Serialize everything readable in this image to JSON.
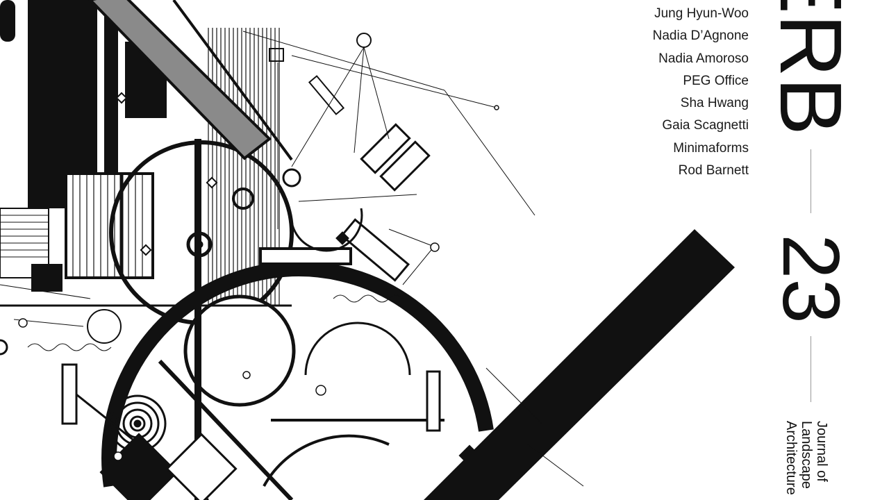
{
  "cover": {
    "title_visible": "ERB",
    "issue_number": "23",
    "subtitle_lines": [
      "Journal of",
      "Landscape",
      "Architecture"
    ],
    "contributors": [
      "Jung Hyun-Woo",
      "Nadia D’Agnone",
      "Nadia Amoroso",
      "PEG Office",
      "Sha Hwang",
      "Gaia Scagnetti",
      "Minimaforms",
      "Rod Barnett"
    ]
  },
  "colors": {
    "ink": "#111111",
    "paper": "#ffffff",
    "gray_bar": "#8a8a8a"
  }
}
